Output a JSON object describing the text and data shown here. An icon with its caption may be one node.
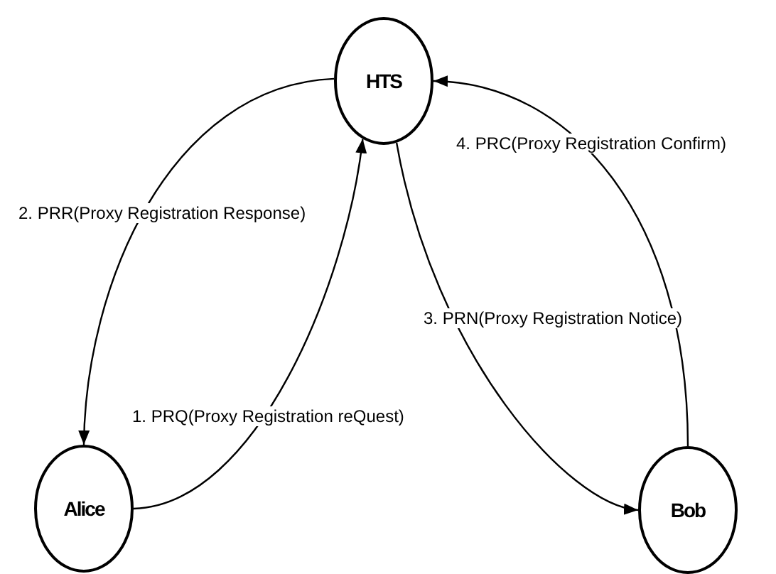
{
  "diagram": {
    "nodes": [
      {
        "text": [
          "HTS"
        ]
      },
      {
        "text": [
          "Alice"
        ]
      },
      {
        "text": [
          "Bob"
        ]
      }
    ],
    "edges": [
      {
        "from": 1,
        "to": 0,
        "arrow": "to",
        "label": "1. PRQ(Proxy Registration reQuest)"
      },
      {
        "from": 0,
        "to": 1,
        "arrow": "to",
        "label": "2. PRR(Proxy Registration Response)"
      },
      {
        "from": 0,
        "to": 2,
        "arrow": "to",
        "label": "3. PRN(Proxy Registration Notice)"
      },
      {
        "from": 2,
        "to": 0,
        "arrow": "to",
        "label": "4. PRC(Proxy Registration Confirm)"
      }
    ]
  }
}
